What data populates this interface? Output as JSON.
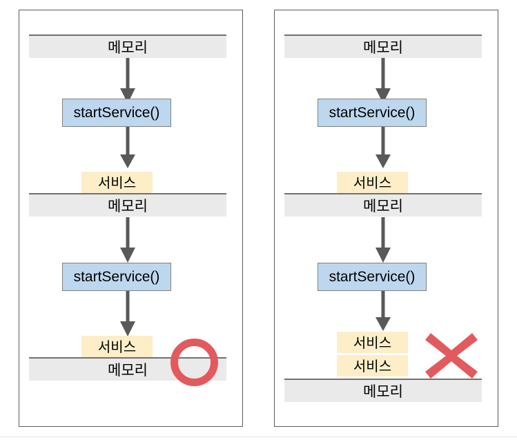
{
  "figure": {
    "type": "diagram",
    "description": "Two side-by-side comparison panels illustrating Android startService() behavior",
    "labels": {
      "memory": "메모리",
      "service": "서비스",
      "start_service": "startService()"
    },
    "colors": {
      "memory_fill": "#eaeaea",
      "memory_rule": "#707070",
      "call_fill": "#bdd7ee",
      "call_border": "#808080",
      "service_fill": "#fdeec8",
      "arrow": "#595959",
      "mark_red": "#e25a5e",
      "panel_border": "#5a5a5a",
      "background": "#ffffff"
    }
  },
  "panels": [
    {
      "id": "left",
      "verdict_icon": "circle-mark-icon",
      "verdict_meaning": "correct",
      "steps": [
        {
          "kind": "memory",
          "label": "메모리"
        },
        {
          "kind": "arrow",
          "label": "arrow-down-icon"
        },
        {
          "kind": "call",
          "label": "startService()"
        },
        {
          "kind": "arrow",
          "label": "arrow-down-icon"
        },
        {
          "kind": "service",
          "label": "서비스"
        },
        {
          "kind": "memory",
          "label": "메모리"
        },
        {
          "kind": "arrow",
          "label": "arrow-down-icon"
        },
        {
          "kind": "call",
          "label": "startService()"
        },
        {
          "kind": "arrow",
          "label": "arrow-down-icon"
        },
        {
          "kind": "service",
          "label": "서비스"
        },
        {
          "kind": "memory",
          "label": "메모리"
        }
      ],
      "service_count_final": 1
    },
    {
      "id": "right",
      "verdict_icon": "cross-mark-icon",
      "verdict_meaning": "incorrect",
      "steps": [
        {
          "kind": "memory",
          "label": "메모리"
        },
        {
          "kind": "arrow",
          "label": "arrow-down-icon"
        },
        {
          "kind": "call",
          "label": "startService()"
        },
        {
          "kind": "arrow",
          "label": "arrow-down-icon"
        },
        {
          "kind": "service",
          "label": "서비스"
        },
        {
          "kind": "memory",
          "label": "메모리"
        },
        {
          "kind": "arrow",
          "label": "arrow-down-icon"
        },
        {
          "kind": "call",
          "label": "startService()"
        },
        {
          "kind": "arrow",
          "label": "arrow-down-icon"
        },
        {
          "kind": "service",
          "label": "서비스"
        },
        {
          "kind": "service",
          "label": "서비스"
        },
        {
          "kind": "memory",
          "label": "메모리"
        }
      ],
      "service_count_final": 2
    }
  ]
}
